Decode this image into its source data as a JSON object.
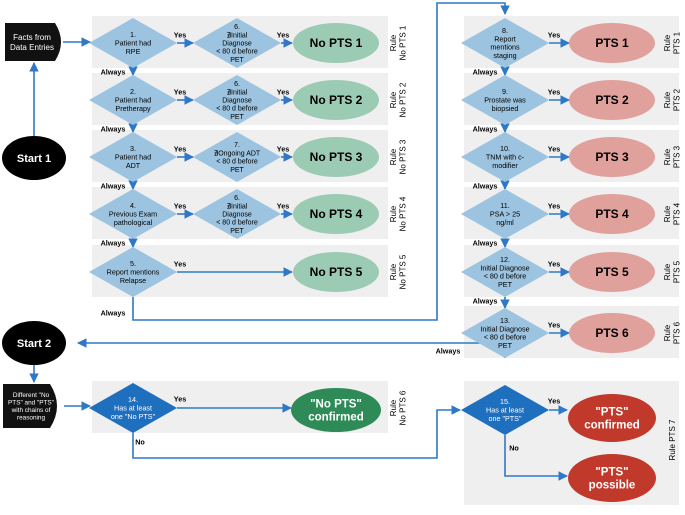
{
  "facts_label": [
    "Facts from",
    "Data Entries"
  ],
  "start1_label": "Start 1",
  "start2_label": "Start 2",
  "yes": "Yes",
  "no": "No",
  "always": "Always",
  "left_rules": [
    {
      "num": "1.",
      "cond": [
        "Patient had",
        "RPE"
      ],
      "check_num": "6.",
      "check": [
        "∄Initial",
        "Diagnose",
        "< 80 d before",
        "PET"
      ],
      "result": "No PTS 1",
      "rule": [
        "Rule",
        "No PTS 1"
      ]
    },
    {
      "num": "2.",
      "cond": [
        "Patient had",
        "Pretherapy"
      ],
      "check_num": "6.",
      "check": [
        "∄Initial",
        "Diagnose",
        "< 80 d before",
        "PET"
      ],
      "result": "No PTS 2",
      "rule": [
        "Rule",
        "No PTS 2"
      ]
    },
    {
      "num": "3.",
      "cond": [
        "Patient had",
        "ADT"
      ],
      "check_num": "7.",
      "check": [
        "∄Ongoing ADT",
        "< 80 d before",
        "PET"
      ],
      "result": "No PTS 3",
      "rule": [
        "Rule",
        "No PTS 3"
      ]
    },
    {
      "num": "4.",
      "cond": [
        "Previous Exam",
        "pathological"
      ],
      "check_num": "6.",
      "check": [
        "∄Initial",
        "Diagnose",
        "< 80 d before",
        "PET"
      ],
      "result": "No PTS 4",
      "rule": [
        "Rule",
        "No PTS 4"
      ]
    },
    {
      "num": "5.",
      "cond": [
        "Report mentions",
        "Relapse"
      ],
      "check_num": "",
      "check": [],
      "result": "No PTS 5",
      "rule": [
        "Rule",
        "No PTS 5"
      ]
    }
  ],
  "right_rules": [
    {
      "num": "8.",
      "cond": [
        "Report",
        "mentions",
        "staging"
      ],
      "result": "PTS 1",
      "rule": [
        "Rule",
        "PTS 1"
      ]
    },
    {
      "num": "9.",
      "cond": [
        "Prostate was",
        "biopsied"
      ],
      "result": "PTS 2",
      "rule": [
        "Rule",
        "PTS 2"
      ]
    },
    {
      "num": "10.",
      "cond": [
        "TNM with c-",
        "modifier"
      ],
      "result": "PTS 3",
      "rule": [
        "Rule",
        "PTS 3"
      ]
    },
    {
      "num": "11.",
      "cond": [
        "PSA > 25",
        "ng/ml"
      ],
      "result": "PTS 4",
      "rule": [
        "Rule",
        "PTS 4"
      ]
    },
    {
      "num": "12.",
      "cond": [
        "Initial Diagnose",
        "< 80 d before",
        "PET"
      ],
      "result": "PTS 5",
      "rule": [
        "Rule",
        "PTS 5"
      ]
    },
    {
      "num": "13.",
      "cond": [
        "Initial Diagnose",
        "< 80 d before",
        "PET"
      ],
      "result": "PTS 6",
      "rule": [
        "Rule",
        "PTS 6"
      ]
    }
  ],
  "diff_label": [
    "Different \"No",
    "PTS\" and \"PTS\"",
    "with chains of",
    "reasoning"
  ],
  "rule14": {
    "num": "14.",
    "cond": [
      "Has at least",
      "one \"No PTS\""
    ],
    "result": [
      "\"No PTS\"",
      "confirmed"
    ],
    "rule": [
      "Rule",
      "No PTS 6"
    ]
  },
  "rule15": {
    "num": "15.",
    "cond": [
      "Has at least",
      "one \"PTS\""
    ],
    "result_yes": [
      "\"PTS\"",
      "confirmed"
    ],
    "result_no": [
      "\"PTS\"",
      "possible"
    ],
    "rule": [
      "Rule PTS 7"
    ]
  },
  "colors": {
    "panel": "#efefef",
    "diamond": "#9cc3df",
    "diamond_dark": "#1f6fbf",
    "nopts": "#9ccbb3",
    "nopts_dark": "#2e8b57",
    "pts": "#e0a09c",
    "pts_dark": "#c0392b",
    "arrow": "#2f78c8",
    "black": "#000000"
  }
}
